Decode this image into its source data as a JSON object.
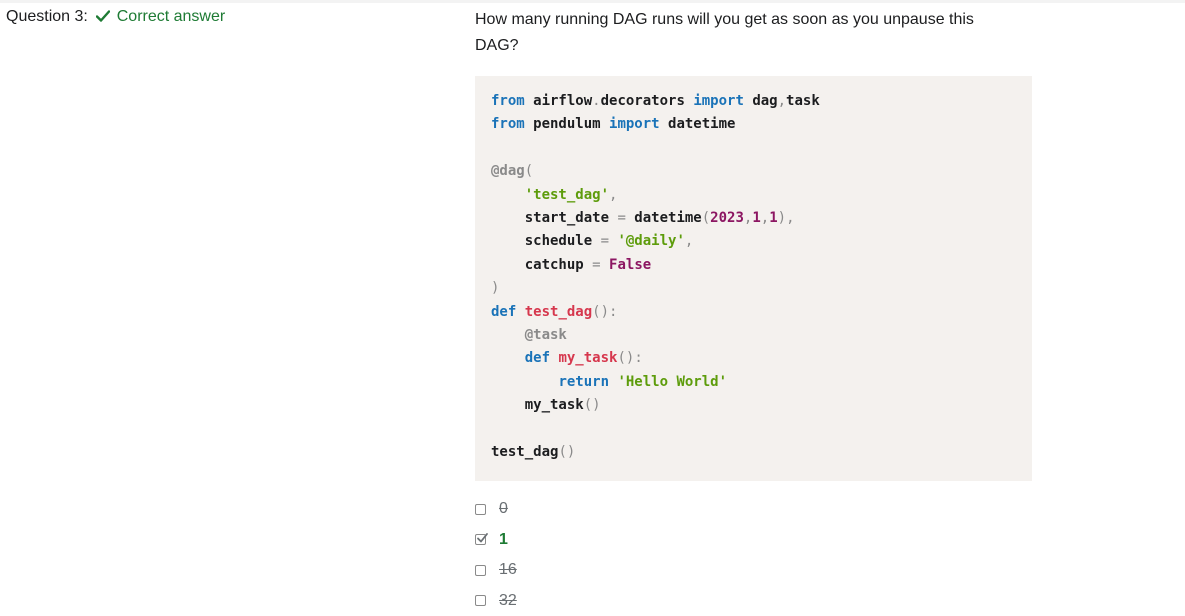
{
  "question": {
    "number_label": "Question 3:",
    "status": "Correct answer",
    "status_color": "#1e7b34",
    "text": "How many running DAG runs will you get as soon as you unpause this DAG?"
  },
  "code": {
    "lines": [
      [
        [
          "kw",
          "from"
        ],
        [
          "t",
          " airflow"
        ],
        [
          "pun",
          "."
        ],
        [
          "t",
          "decorators "
        ],
        [
          "kw",
          "import"
        ],
        [
          "t",
          " dag"
        ],
        [
          "pun",
          ","
        ],
        [
          "t",
          "task"
        ]
      ],
      [
        [
          "kw",
          "from"
        ],
        [
          "t",
          " pendulum "
        ],
        [
          "kw",
          "import"
        ],
        [
          "t",
          " datetime"
        ]
      ],
      [],
      [
        [
          "dec",
          "@dag"
        ],
        [
          "pun",
          "("
        ]
      ],
      [
        [
          "t",
          "    "
        ],
        [
          "str",
          "'test_dag'"
        ],
        [
          "pun",
          ","
        ]
      ],
      [
        [
          "t",
          "    start_date "
        ],
        [
          "pun",
          "="
        ],
        [
          "t",
          " datetime"
        ],
        [
          "pun",
          "("
        ],
        [
          "num",
          "2023"
        ],
        [
          "pun",
          ","
        ],
        [
          "num",
          "1"
        ],
        [
          "pun",
          ","
        ],
        [
          "num",
          "1"
        ],
        [
          "pun",
          "),"
        ]
      ],
      [
        [
          "t",
          "    schedule "
        ],
        [
          "pun",
          "="
        ],
        [
          "t",
          " "
        ],
        [
          "str",
          "'@daily'"
        ],
        [
          "pun",
          ","
        ]
      ],
      [
        [
          "t",
          "    catchup "
        ],
        [
          "pun",
          "="
        ],
        [
          "t",
          " "
        ],
        [
          "bool",
          "False"
        ]
      ],
      [
        [
          "pun",
          ")"
        ]
      ],
      [
        [
          "kw",
          "def"
        ],
        [
          "t",
          " "
        ],
        [
          "fn",
          "test_dag"
        ],
        [
          "pun",
          "():"
        ]
      ],
      [
        [
          "t",
          "    "
        ],
        [
          "dec",
          "@task"
        ]
      ],
      [
        [
          "t",
          "    "
        ],
        [
          "kw",
          "def"
        ],
        [
          "t",
          " "
        ],
        [
          "fn",
          "my_task"
        ],
        [
          "pun",
          "():"
        ]
      ],
      [
        [
          "t",
          "        "
        ],
        [
          "kw",
          "return"
        ],
        [
          "t",
          " "
        ],
        [
          "str",
          "'Hello World'"
        ]
      ],
      [
        [
          "t",
          "    my_task"
        ],
        [
          "pun",
          "()"
        ]
      ],
      [],
      [
        [
          "t",
          "test_dag"
        ],
        [
          "pun",
          "()"
        ]
      ]
    ]
  },
  "answers": [
    {
      "label": "0",
      "checked": false,
      "status": "wrong"
    },
    {
      "label": "1",
      "checked": true,
      "status": "right"
    },
    {
      "label": "16",
      "checked": false,
      "status": "wrong"
    },
    {
      "label": "32",
      "checked": false,
      "status": "wrong"
    }
  ],
  "icons": {
    "status_icon": "checkmark-icon",
    "checkbox_checked_icon": "checkmark-icon"
  }
}
